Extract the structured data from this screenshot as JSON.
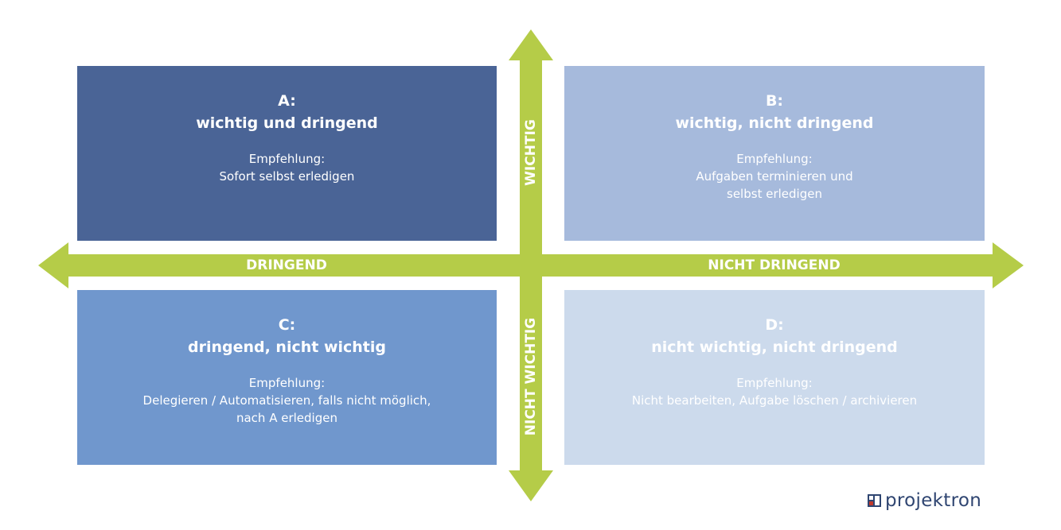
{
  "quadrants": {
    "a": {
      "letter": "A:",
      "title": "wichtig und dringend",
      "recommendation_label": "Empfehlung:",
      "recommendation_text": "Sofort selbst erledigen",
      "color": "#4a6496"
    },
    "b": {
      "letter": "B:",
      "title": "wichtig, nicht dringend",
      "recommendation_label": "Empfehlung:",
      "recommendation_text": "Aufgaben terminieren und\nselbst erledigen",
      "color": "#a6badc"
    },
    "c": {
      "letter": "C:",
      "title": "dringend, nicht wichtig",
      "recommendation_label": "Empfehlung:",
      "recommendation_text": "Delegieren / Automatisieren, falls nicht möglich,\nnach A erledigen",
      "color": "#7097cd"
    },
    "d": {
      "letter": "D:",
      "title": "nicht wichtig, nicht dringend",
      "recommendation_label": "Empfehlung:",
      "recommendation_text": "Nicht bearbeiten, Aufgabe löschen / archivieren",
      "color": "#ccdaec"
    }
  },
  "axes": {
    "left_label": "DRINGEND",
    "right_label": "NICHT DRINGEND",
    "top_label": "WICHTIG",
    "bottom_label": "NICHT WICHTIG",
    "color": "#b5cc48"
  },
  "logo": {
    "text": "projektron"
  }
}
